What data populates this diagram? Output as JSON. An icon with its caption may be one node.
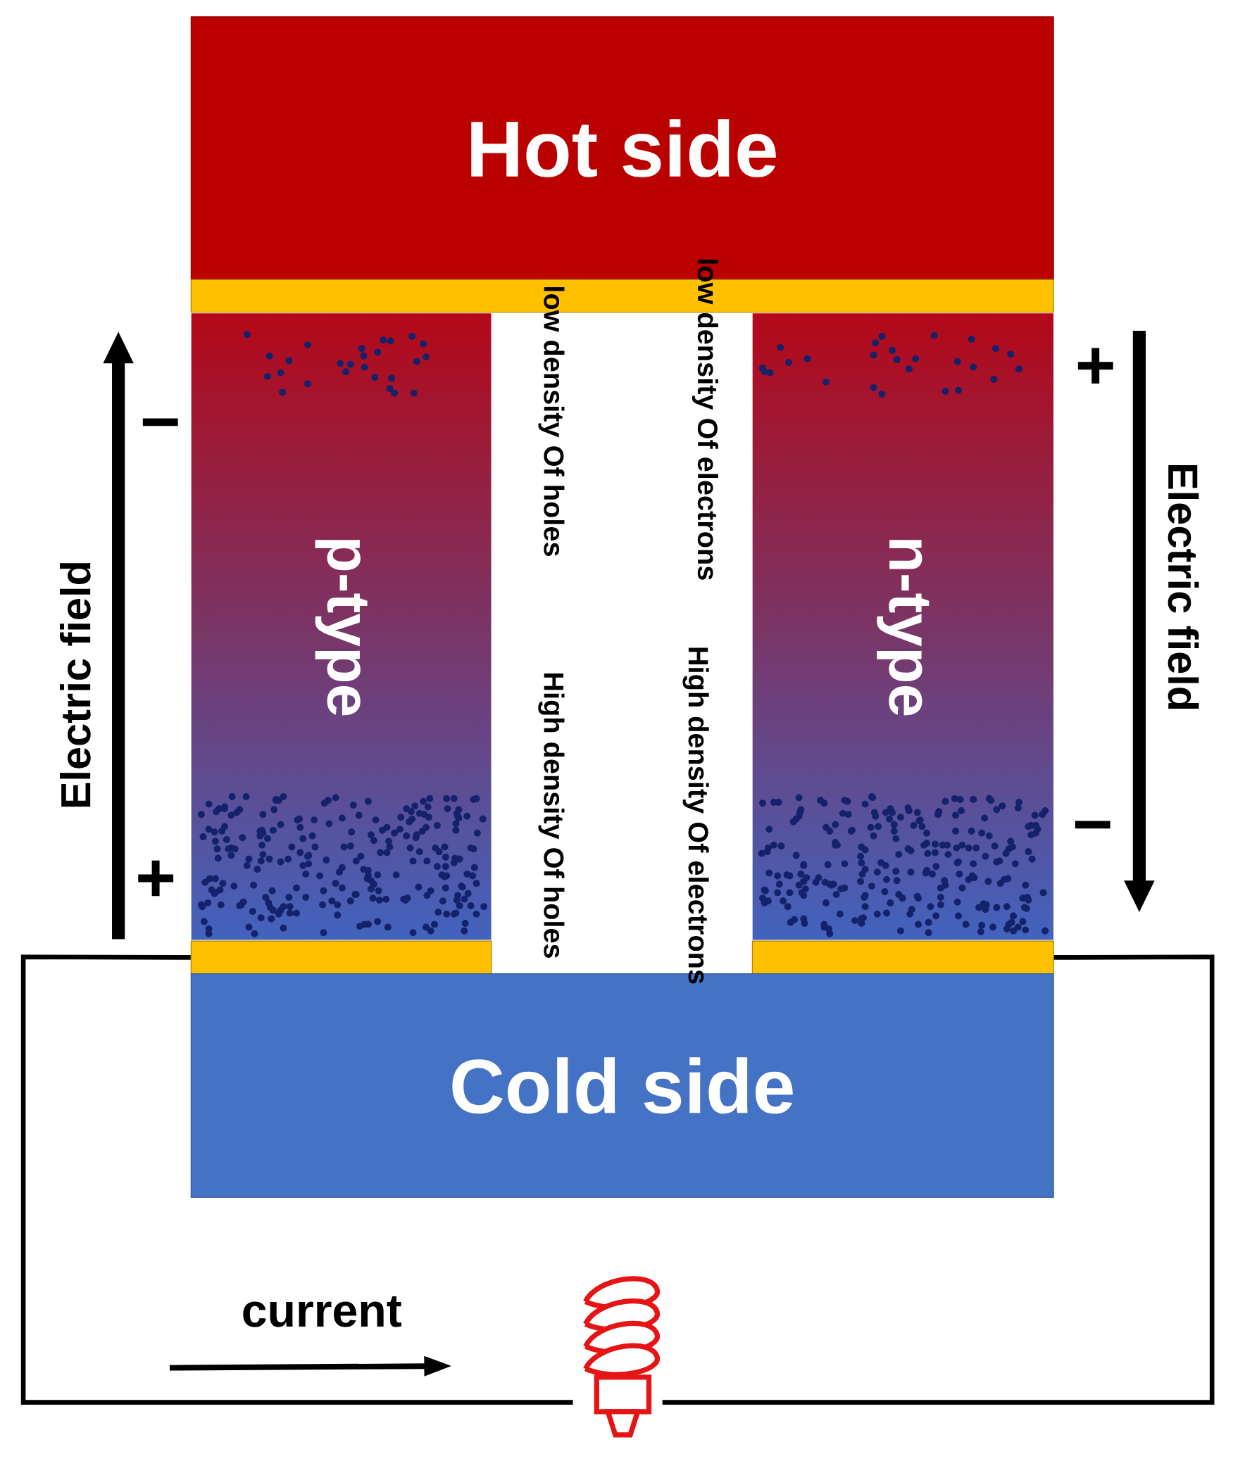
{
  "diagram": {
    "nodes": [
      {
        "text": [
          "Hot side"
        ]
      },
      {
        "text": [],
        "shape": "bar"
      },
      {
        "text": [
          "p-type"
        ]
      },
      {
        "text": [
          "n-type"
        ]
      },
      {
        "text": [],
        "shape": "bar"
      },
      {
        "text": [],
        "shape": "bar"
      },
      {
        "text": [
          "Cold side"
        ]
      },
      {
        "text": [],
        "shape": "bulb"
      }
    ],
    "edges": [
      {
        "from": 4,
        "to": 7,
        "arrow": "none"
      },
      {
        "from": 7,
        "to": 5,
        "arrow": "none"
      }
    ],
    "labels": [
      "low density Of holes",
      "low density Of electrons",
      "+",
      "−",
      "Electric field",
      "Electric field",
      "−",
      "+",
      "High density Of holes",
      "High density Of electrons",
      "current"
    ]
  }
}
